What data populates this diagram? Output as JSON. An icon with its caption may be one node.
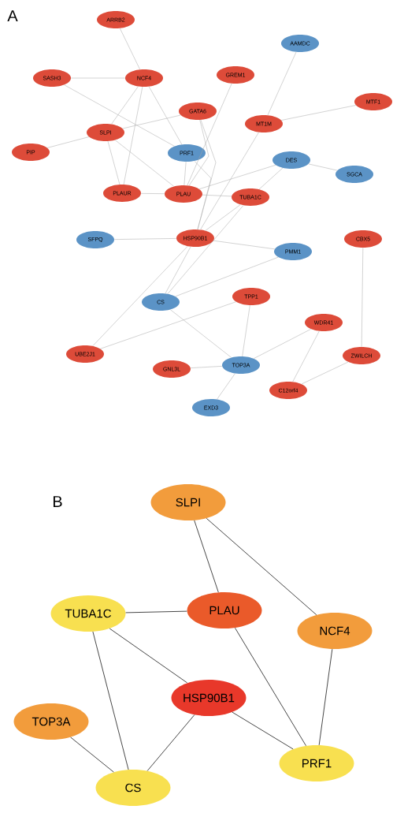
{
  "diagram": {
    "nodes": [
      {
        "text": [
          "ARRB2"
        ]
      },
      {
        "text": [
          "AAMDC"
        ]
      },
      {
        "text": [
          "GREM1"
        ]
      },
      {
        "text": [
          "SASH3"
        ]
      },
      {
        "text": [
          "NCF4"
        ]
      },
      {
        "text": [
          "MTF1"
        ]
      },
      {
        "text": [
          "GATA6"
        ]
      },
      {
        "text": [
          "MT1M"
        ]
      },
      {
        "text": [
          "SLPI"
        ]
      },
      {
        "text": [
          "PIP"
        ]
      },
      {
        "text": [
          "PRF1"
        ]
      },
      {
        "text": [
          "DES"
        ]
      },
      {
        "text": [
          "SGCA"
        ]
      },
      {
        "text": [
          "PLAUR"
        ]
      },
      {
        "text": [
          "PLAU"
        ]
      },
      {
        "text": [
          "TUBA1C"
        ]
      },
      {
        "text": [
          "HSP90B1"
        ]
      },
      {
        "text": [
          "CBX5"
        ]
      },
      {
        "text": [
          "SFPQ"
        ]
      },
      {
        "text": [
          "PMM1"
        ]
      },
      {
        "text": [
          "TPP1"
        ]
      },
      {
        "text": [
          "CS"
        ]
      },
      {
        "text": [
          "WDR41"
        ]
      },
      {
        "text": [
          "UBE2J1"
        ]
      },
      {
        "text": [
          "ZWILCH"
        ]
      },
      {
        "text": [
          "TOP3A"
        ]
      },
      {
        "text": [
          "GNL3L"
        ]
      },
      {
        "text": [
          "C12orf4"
        ]
      },
      {
        "text": [
          "EXD3"
        ]
      },
      {
        "text": [
          "SLPI"
        ]
      },
      {
        "text": [
          "PLAU"
        ]
      },
      {
        "text": [
          "TUBA1C"
        ]
      },
      {
        "text": [
          "NCF4"
        ]
      },
      {
        "text": [
          "HSP90B1"
        ]
      },
      {
        "text": [
          "TOP3A"
        ]
      },
      {
        "text": [
          "PRF1"
        ]
      },
      {
        "text": [
          "CS"
        ]
      }
    ],
    "edges": [
      {
        "from": 0,
        "to": 4,
        "arrow": "none"
      },
      {
        "from": 3,
        "to": 4,
        "arrow": "none"
      },
      {
        "from": 3,
        "to": 10,
        "arrow": "none"
      },
      {
        "from": 4,
        "to": 8,
        "arrow": "none"
      },
      {
        "from": 4,
        "to": 13,
        "arrow": "none"
      },
      {
        "from": 4,
        "to": 10,
        "arrow": "none"
      },
      {
        "from": 2,
        "to": 14,
        "arrow": "none"
      },
      {
        "from": 1,
        "to": 7,
        "arrow": "none"
      },
      {
        "from": 7,
        "to": 5,
        "arrow": "none"
      },
      {
        "from": 7,
        "to": 16,
        "arrow": "none"
      },
      {
        "from": 6,
        "to": 8,
        "arrow": "none"
      },
      {
        "from": 6,
        "to": 14,
        "arrow": "none"
      },
      {
        "from": 6,
        "to": 16,
        "arrow": "none"
      },
      {
        "from": 8,
        "to": 9,
        "arrow": "none"
      },
      {
        "from": 8,
        "to": 13,
        "arrow": "none"
      },
      {
        "from": 8,
        "to": 14,
        "arrow": "none"
      },
      {
        "from": 10,
        "to": 14,
        "arrow": "none"
      },
      {
        "from": 10,
        "to": 16,
        "arrow": "none"
      },
      {
        "from": 13,
        "to": 14,
        "arrow": "none"
      },
      {
        "from": 14,
        "to": 11,
        "arrow": "none"
      },
      {
        "from": 14,
        "to": 15,
        "arrow": "none"
      },
      {
        "from": 11,
        "to": 12,
        "arrow": "none"
      },
      {
        "from": 11,
        "to": 15,
        "arrow": "none"
      },
      {
        "from": 15,
        "to": 16,
        "arrow": "none"
      },
      {
        "from": 15,
        "to": 21,
        "arrow": "none"
      },
      {
        "from": 18,
        "to": 16,
        "arrow": "none"
      },
      {
        "from": 16,
        "to": 19,
        "arrow": "none"
      },
      {
        "from": 16,
        "to": 21,
        "arrow": "none"
      },
      {
        "from": 16,
        "to": 23,
        "arrow": "none"
      },
      {
        "from": 19,
        "to": 21,
        "arrow": "none"
      },
      {
        "from": 21,
        "to": 25,
        "arrow": "none"
      },
      {
        "from": 20,
        "to": 23,
        "arrow": "none"
      },
      {
        "from": 20,
        "to": 25,
        "arrow": "none"
      },
      {
        "from": 22,
        "to": 25,
        "arrow": "none"
      },
      {
        "from": 22,
        "to": 27,
        "arrow": "none"
      },
      {
        "from": 24,
        "to": 27,
        "arrow": "none"
      },
      {
        "from": 17,
        "to": 24,
        "arrow": "none"
      },
      {
        "from": 26,
        "to": 25,
        "arrow": "none"
      },
      {
        "from": 25,
        "to": 28,
        "arrow": "none"
      },
      {
        "from": 29,
        "to": 30,
        "arrow": "none",
        "color": "#333333"
      },
      {
        "from": 29,
        "to": 32,
        "arrow": "none",
        "color": "#333333"
      },
      {
        "from": 31,
        "to": 30,
        "arrow": "none",
        "color": "#333333"
      },
      {
        "from": 31,
        "to": 33,
        "arrow": "none",
        "color": "#333333"
      },
      {
        "from": 31,
        "to": 36,
        "arrow": "none",
        "color": "#333333"
      },
      {
        "from": 30,
        "to": 35,
        "arrow": "none",
        "color": "#333333"
      },
      {
        "from": 32,
        "to": 35,
        "arrow": "none",
        "color": "#333333"
      },
      {
        "from": 33,
        "to": 35,
        "arrow": "none",
        "color": "#333333"
      },
      {
        "from": 33,
        "to": 36,
        "arrow": "none",
        "color": "#333333"
      },
      {
        "from": 34,
        "to": 36,
        "arrow": "none",
        "color": "#333333"
      }
    ],
    "labels": [
      "A",
      "B"
    ]
  }
}
